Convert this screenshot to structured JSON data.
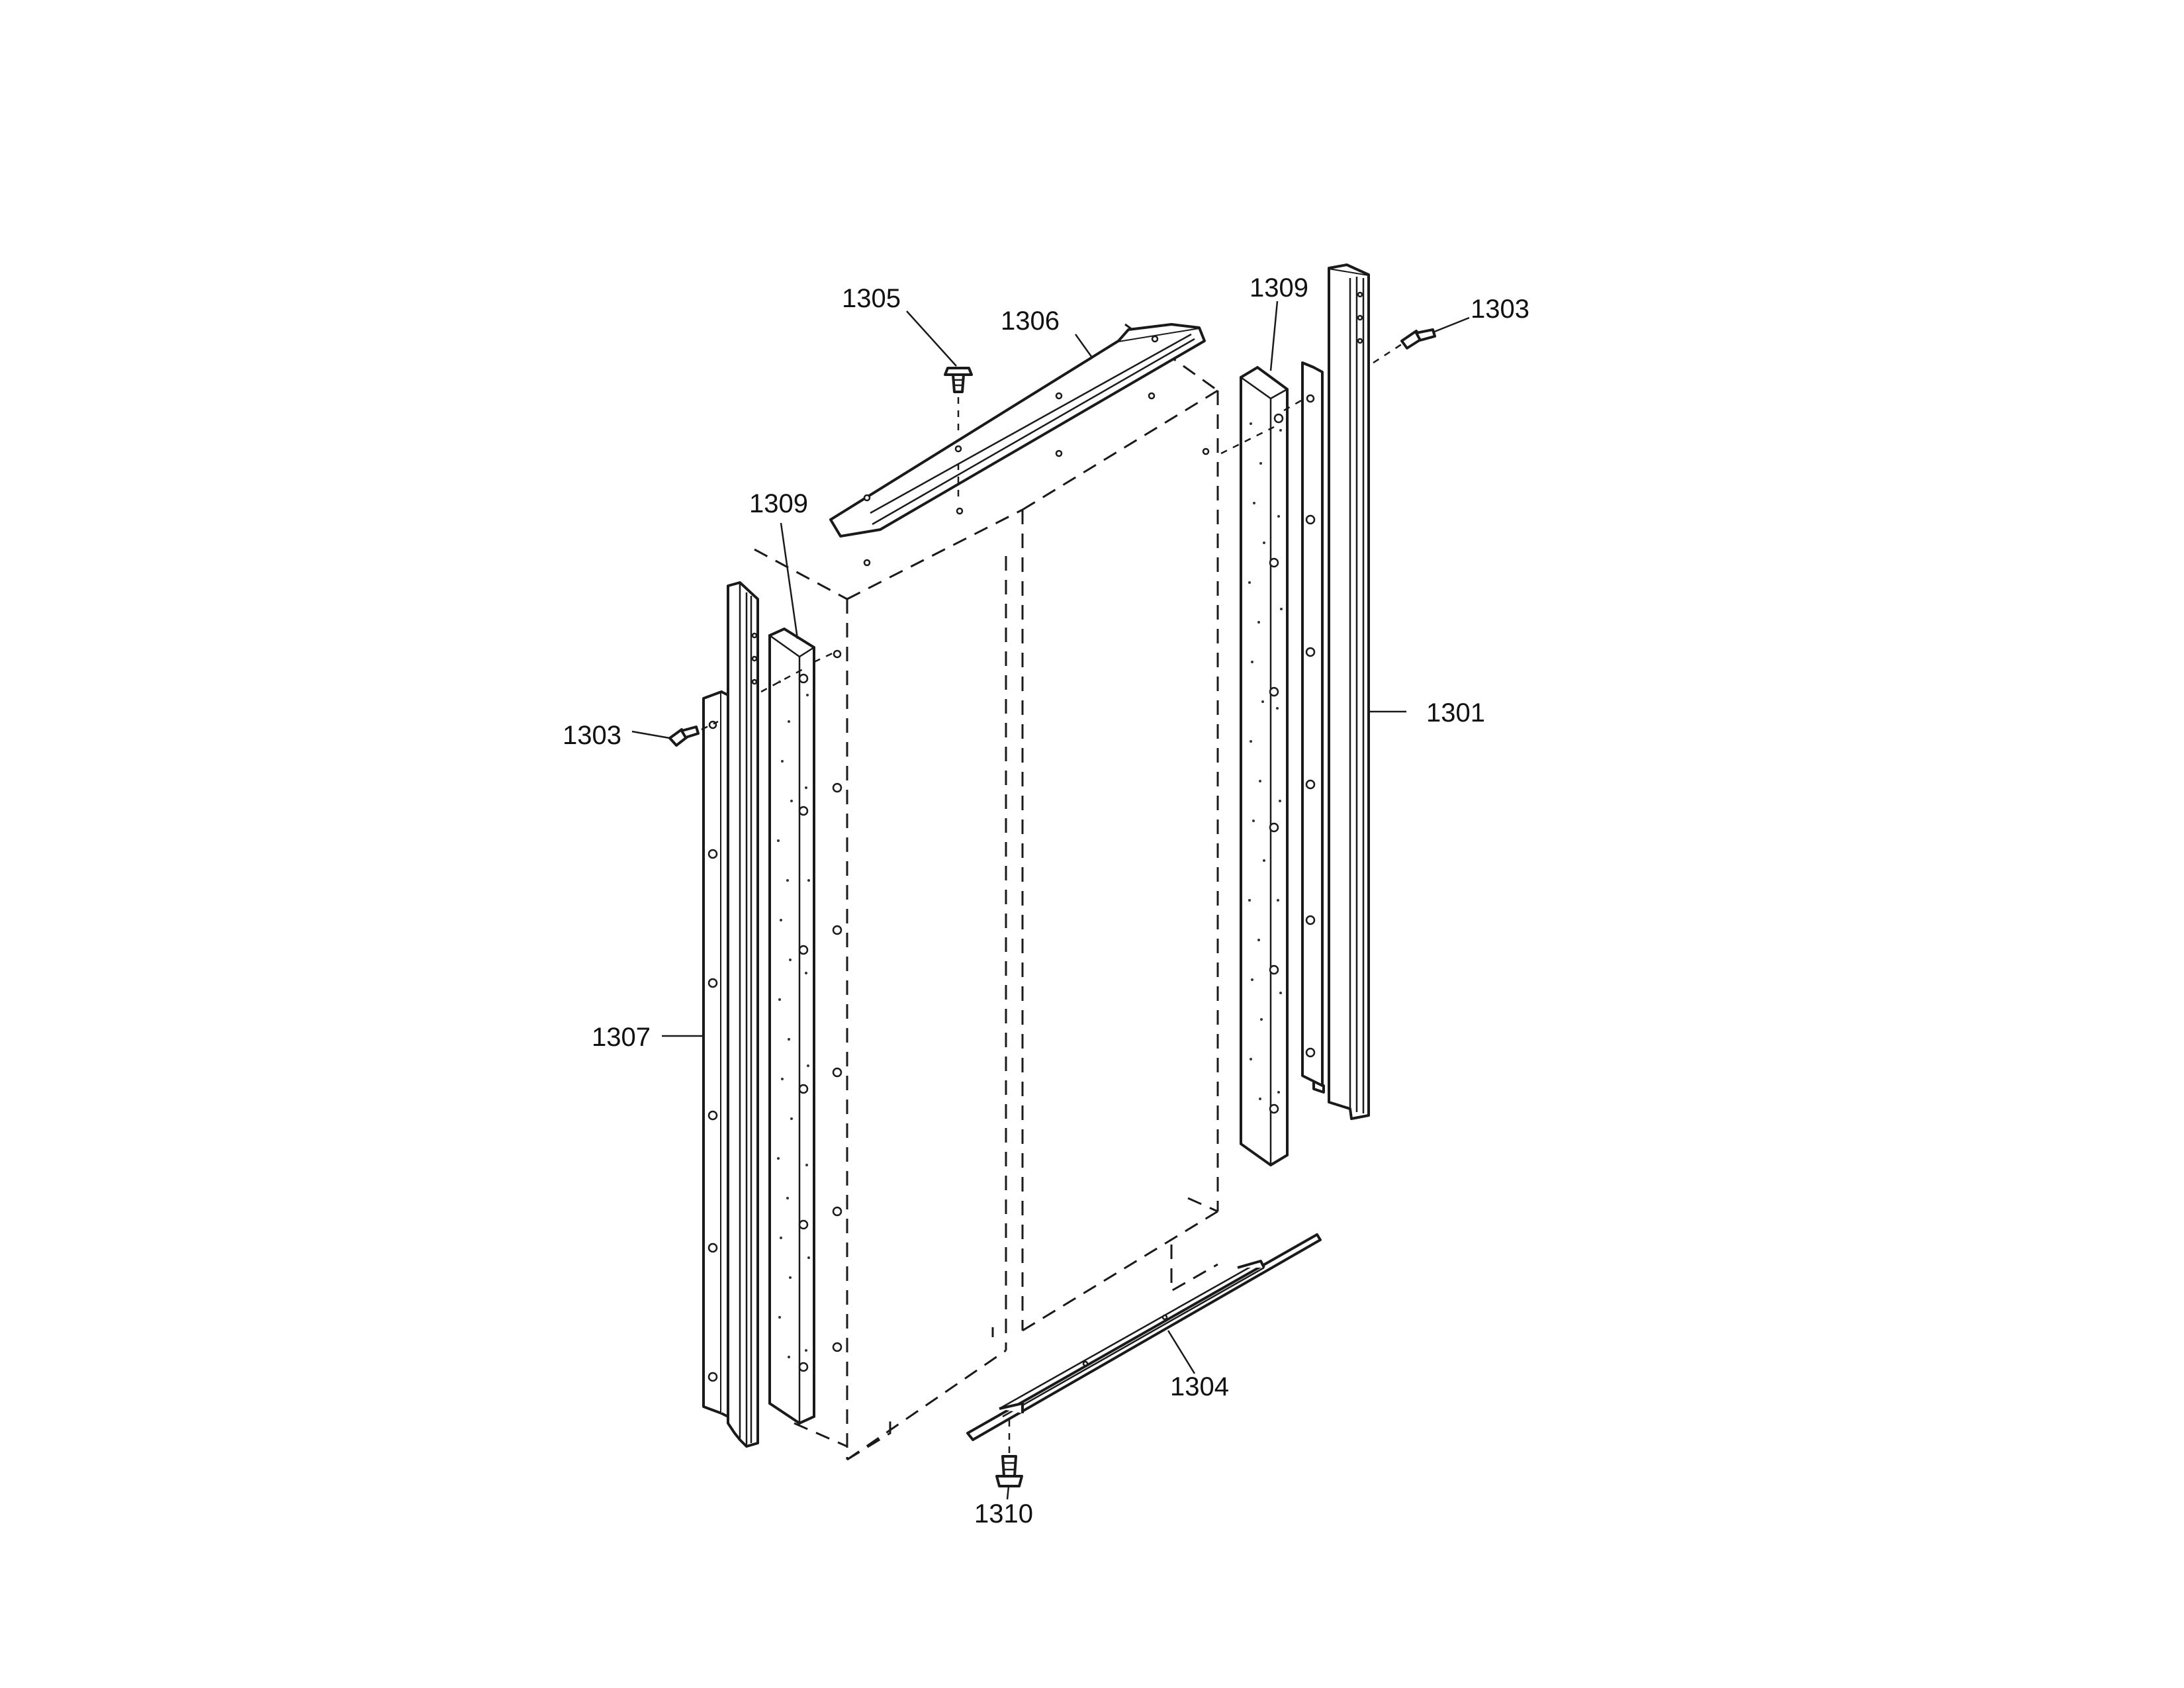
{
  "callouts": {
    "c1301": "1301",
    "c1303_right": "1303",
    "c1303_left": "1303",
    "c1304": "1304",
    "c1305": "1305",
    "c1306": "1306",
    "c1307": "1307",
    "c1309_left": "1309",
    "c1309_right": "1309",
    "c1310": "1310"
  },
  "colors": {
    "line": "#1a1a1a",
    "background": "#ffffff"
  }
}
